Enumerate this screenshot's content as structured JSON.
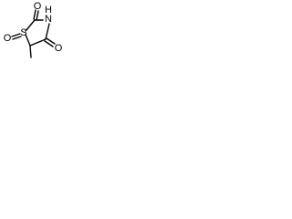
{
  "molecule": {
    "atoms": {
      "sulfur": "S",
      "ring_nitrogen": "N",
      "ring_nitrogen_hydrogen": "H",
      "sulfoxide_oxygen": "O",
      "c2_carbonyl_oxygen": "O",
      "c4_carbonyl_oxygen": "O"
    }
  }
}
